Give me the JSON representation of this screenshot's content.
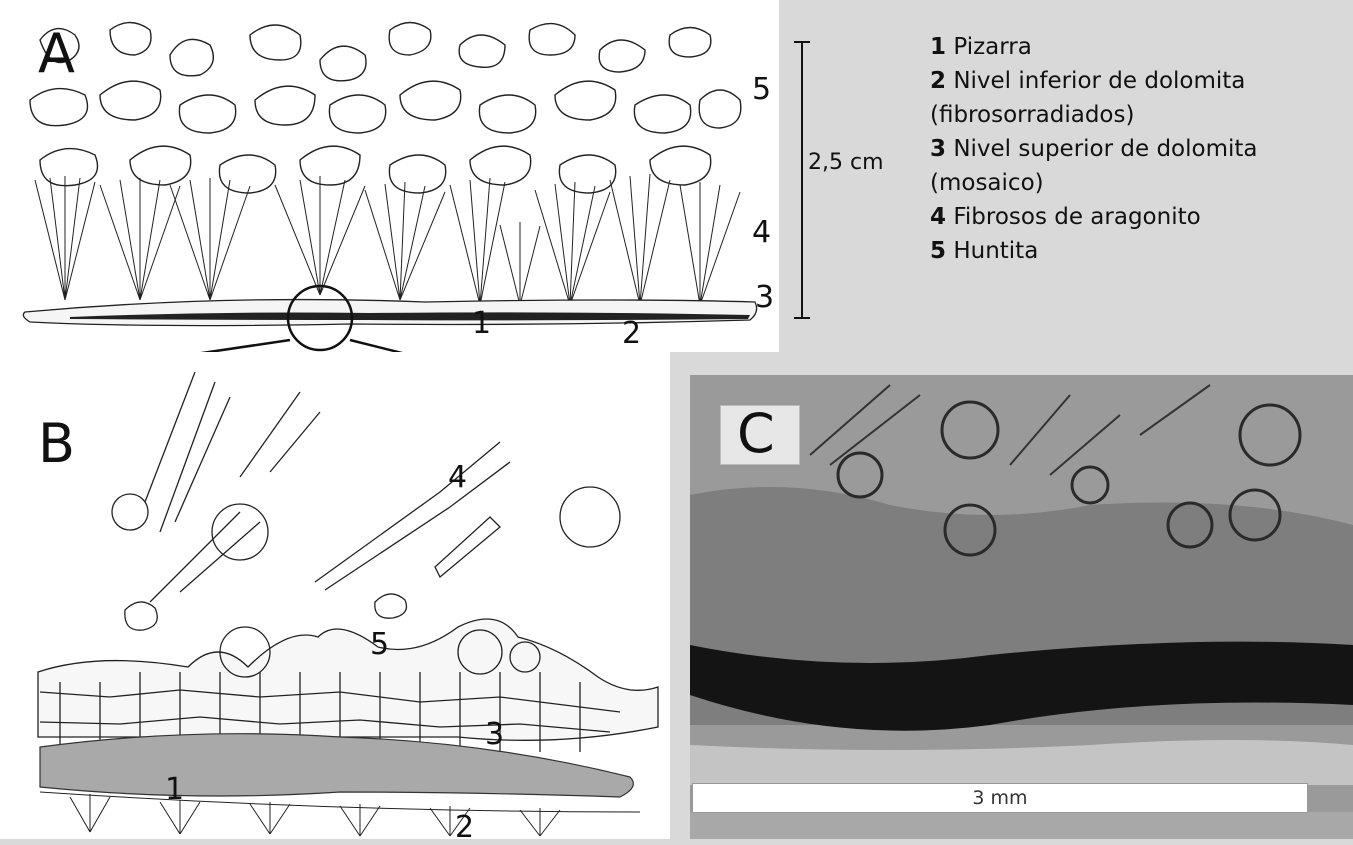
{
  "panels": {
    "a": {
      "letter": "A"
    },
    "b": {
      "letter": "B"
    },
    "c": {
      "letter": "C",
      "scale_bar": "3 mm"
    }
  },
  "labels_a": [
    "5",
    "4",
    "3",
    "1",
    "2"
  ],
  "labels_b": [
    "4",
    "5",
    "3",
    "1",
    "2"
  ],
  "scale_a": "2,5 cm",
  "legend": [
    {
      "num": "1",
      "text": "Pizarra"
    },
    {
      "num": "2",
      "text": "Nivel inferior de dolomita"
    },
    {
      "num": "",
      "text": "(fibrosorradiados)"
    },
    {
      "num": "3",
      "text": "Nivel superior de dolomita"
    },
    {
      "num": "",
      "text": " (mosaico)"
    },
    {
      "num": "4",
      "text": "Fibrosos de aragonito"
    },
    {
      "num": "5",
      "text": "Huntita"
    }
  ],
  "colors": {
    "background": "#d9d9d9",
    "ink": "#111111",
    "slate": "#a9a9a9"
  }
}
